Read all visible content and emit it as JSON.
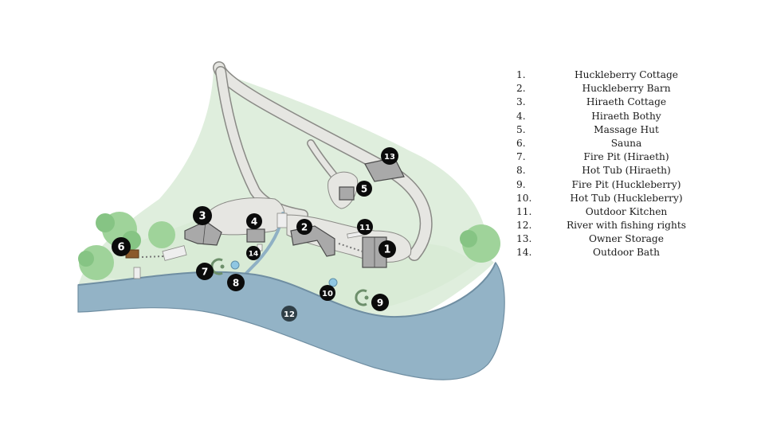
{
  "map": {
    "markers": [
      {
        "number": "1",
        "name": "Huckleberry Cottage"
      },
      {
        "number": "2",
        "name": "Huckleberry Barn"
      },
      {
        "number": "3",
        "name": "Hiraeth Cottage"
      },
      {
        "number": "4",
        "name": "Hiraeth Bothy"
      },
      {
        "number": "5",
        "name": "Massage Hut"
      },
      {
        "number": "6",
        "name": "Sauna"
      },
      {
        "number": "7",
        "name": "Fire Pit (Hiraeth)"
      },
      {
        "number": "8",
        "name": "Hot Tub (Hiraeth)"
      },
      {
        "number": "9",
        "name": "Fire Pit (Huckleberry)"
      },
      {
        "number": "10",
        "name": "Hot Tub (Huckleberry)"
      },
      {
        "number": "11",
        "name": "Outdoor Kitchen"
      },
      {
        "number": "12",
        "name": "River with fishing rights"
      },
      {
        "number": "13",
        "name": "Owner Storage"
      },
      {
        "number": "14",
        "name": "Outdoor Bath"
      }
    ]
  },
  "legend": {
    "items": [
      {
        "num": "1.",
        "label": "Huckleberry Cottage"
      },
      {
        "num": "2.",
        "label": "Huckleberry Barn"
      },
      {
        "num": "3.",
        "label": "Hiraeth Cottage"
      },
      {
        "num": "4.",
        "label": "Hiraeth Bothy"
      },
      {
        "num": "5.",
        "label": "Massage Hut"
      },
      {
        "num": "6.",
        "label": "Sauna"
      },
      {
        "num": "7.",
        "label": "Fire Pit (Hiraeth)"
      },
      {
        "num": "8.",
        "label": "Hot Tub (Hiraeth)"
      },
      {
        "num": "9.",
        "label": "Fire Pit (Huckleberry)"
      },
      {
        "num": "10.",
        "label": "Hot Tub (Huckleberry)"
      },
      {
        "num": "11.",
        "label": "Outdoor Kitchen"
      },
      {
        "num": "12.",
        "label": "River with fishing rights"
      },
      {
        "num": "13.",
        "label": "Owner Storage"
      },
      {
        "num": "14.",
        "label": "Outdoor Bath"
      }
    ]
  },
  "colors": {
    "land": "#dfeedd",
    "land_edge": "#cfe3cc",
    "trees": "#9fd39a",
    "trees_dark": "#86c484",
    "path": "#e6e6e2",
    "path_outline": "#8a8a86",
    "river": "#93b3c6",
    "river_dark": "#7d9fb4",
    "building": "#a9a9a9",
    "building_outline": "#4a4a4a",
    "marker": "#0b0b0b",
    "hot_tub": "#8fc7e3"
  }
}
